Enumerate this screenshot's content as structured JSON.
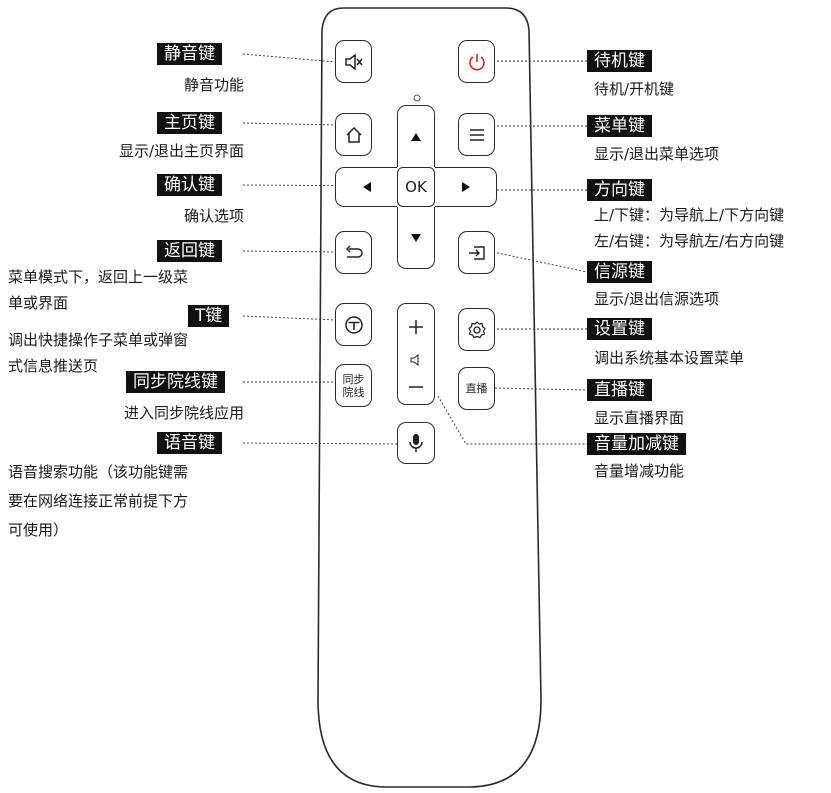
{
  "buttons": {
    "ok": "OK",
    "sync_line": [
      "同步",
      "院线"
    ],
    "live": "直播"
  },
  "callouts_left": [
    {
      "id": "mute",
      "label": "静音键",
      "desc": [
        "静音功能"
      ]
    },
    {
      "id": "home",
      "label": "主页键",
      "desc": [
        "显示/退出主页界面"
      ]
    },
    {
      "id": "ok",
      "label": "确认键",
      "desc": [
        "确认选项"
      ]
    },
    {
      "id": "back",
      "label": "返回键",
      "desc": [
        "菜单模式下，返回上一级菜",
        "单或界面"
      ]
    },
    {
      "id": "t",
      "label": "T键",
      "desc": [
        "调出快捷操作子菜单或弹窗",
        "式信息推送页"
      ]
    },
    {
      "id": "sync",
      "label": "同步院线键",
      "desc": [
        "进入同步院线应用"
      ]
    },
    {
      "id": "voice",
      "label": "语音键",
      "desc": [
        "语音搜索功能（该功能键需",
        "要在网络连接正常前提下方",
        "可使用）"
      ]
    }
  ],
  "callouts_right": [
    {
      "id": "power",
      "label": "待机键",
      "desc": [
        "待机/开机键"
      ]
    },
    {
      "id": "menu",
      "label": "菜单键",
      "desc": [
        "显示/退出菜单选项"
      ]
    },
    {
      "id": "direction",
      "label": "方向键",
      "desc": [
        "上/下键：为导航上/下方向键",
        "左/右键：为导航左/右方向键"
      ]
    },
    {
      "id": "source",
      "label": "信源键",
      "desc": [
        "显示/退出信源选项"
      ]
    },
    {
      "id": "settings",
      "label": "设置键",
      "desc": [
        "调出系统基本设置菜单"
      ]
    },
    {
      "id": "live",
      "label": "直播键",
      "desc": [
        "显示直播界面"
      ]
    },
    {
      "id": "volume",
      "label": "音量加减键",
      "desc": [
        "音量增减功能"
      ]
    }
  ],
  "colors": {
    "power_icon": "#d0202a",
    "tag_bg": "#111111",
    "outline": "#2a2a2a"
  }
}
